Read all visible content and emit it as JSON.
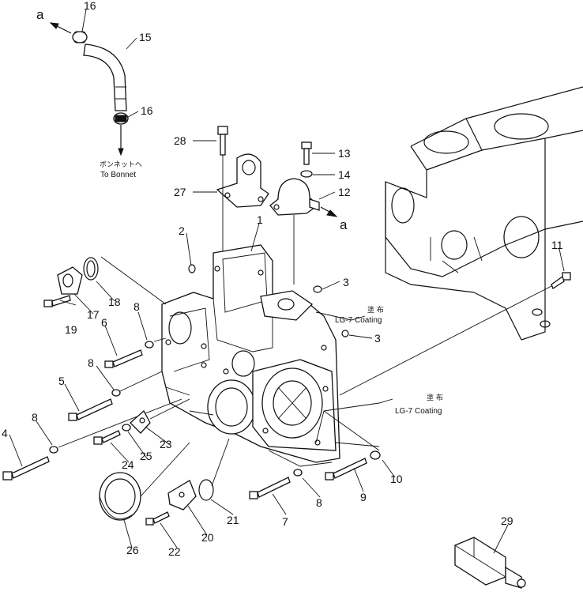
{
  "diagram": {
    "letter_a": "a",
    "to_bonnet_jp": "ボンネットへ",
    "to_bonnet_en": "To Bonnet",
    "coating_jp": "塗 布",
    "coating_en": "LG-7 Coating",
    "labels": {
      "p1": "1",
      "p2": "2",
      "p3": "3",
      "p4": "4",
      "p5": "5",
      "p6": "6",
      "p7": "7",
      "p8": "8",
      "p9": "9",
      "p10": "10",
      "p11": "11",
      "p12": "12",
      "p13": "13",
      "p14": "14",
      "p15": "15",
      "p16": "16",
      "p17": "17",
      "p18": "18",
      "p19": "19",
      "p20": "20",
      "p21": "21",
      "p22": "22",
      "p23": "23",
      "p24": "24",
      "p25": "25",
      "p26": "26",
      "p27": "27",
      "p28": "28",
      "p29": "29"
    }
  }
}
